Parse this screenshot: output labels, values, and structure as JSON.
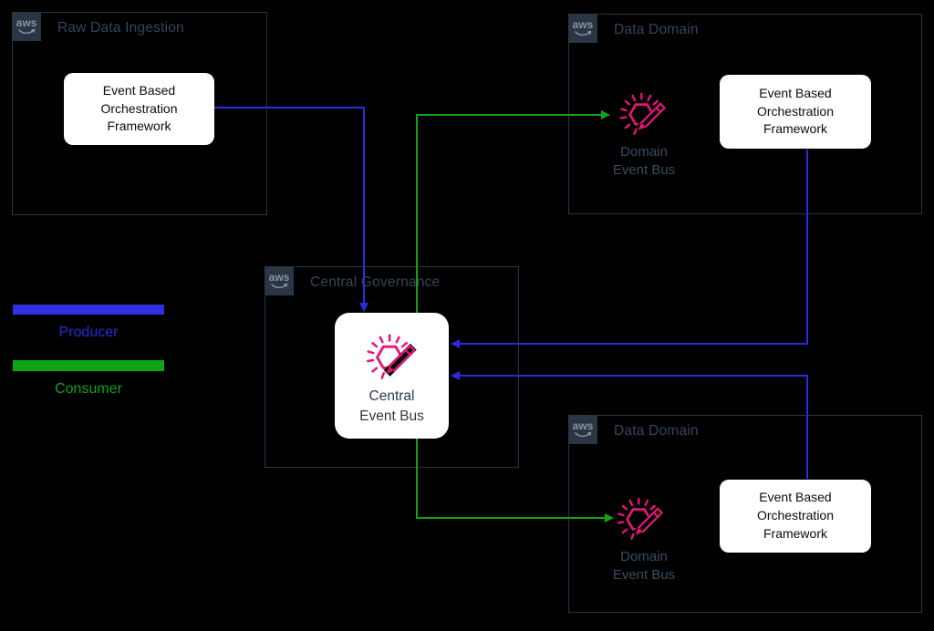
{
  "diagram": {
    "aws_logo_text": "aws",
    "groups": [
      {
        "title": "Raw Data Ingestion"
      },
      {
        "title": "Data Domain"
      },
      {
        "title": "Central Governance"
      },
      {
        "title": "Data Domain"
      }
    ],
    "labels": {
      "ebof": "Event Based\nOrchestration\nFramework",
      "domain_event_bus": "Domain\nEvent Bus",
      "central_event_bus": "Central\nEvent Bus"
    },
    "legend": {
      "producer": "Producer",
      "consumer": "Consumer"
    },
    "colors": {
      "producer_blue": "#2b2bdc",
      "consumer_green": "#12a415",
      "event_bus_pink": "#e7157b",
      "group_title_slate": "#35455b",
      "background": "#000000"
    },
    "connections": [
      {
        "from": "ebof-raw-data-ingestion",
        "to": "central-event-bus",
        "type": "producer"
      },
      {
        "from": "ebof-data-domain-top",
        "to": "central-event-bus",
        "type": "producer"
      },
      {
        "from": "ebof-data-domain-bottom",
        "to": "central-event-bus",
        "type": "producer"
      },
      {
        "from": "central-event-bus",
        "to": "domain-event-bus-top",
        "type": "consumer"
      },
      {
        "from": "central-event-bus",
        "to": "domain-event-bus-bottom",
        "type": "consumer"
      }
    ]
  }
}
